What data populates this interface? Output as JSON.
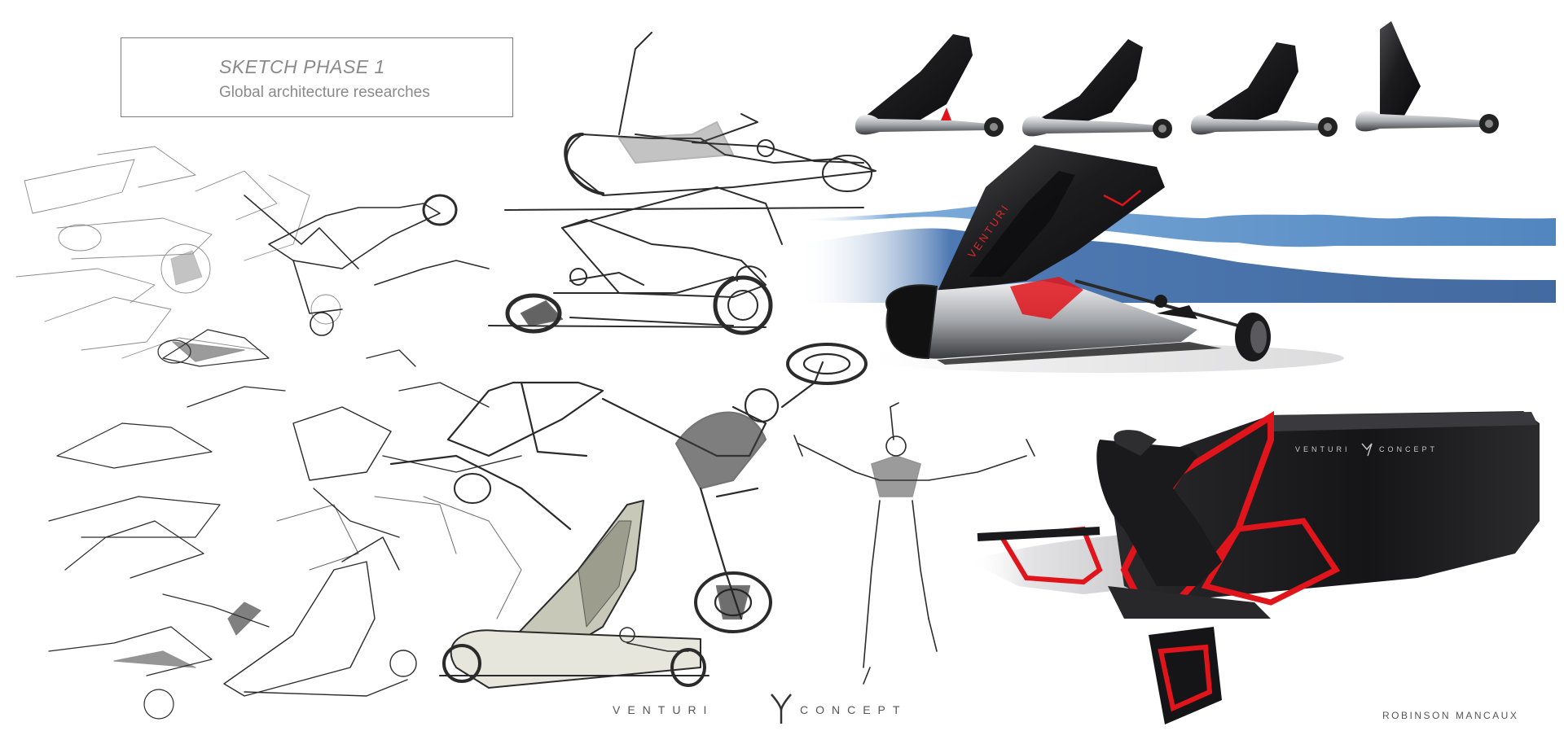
{
  "title": {
    "heading": "SKETCH PHASE 1",
    "subheading": "Global architecture researches"
  },
  "footer": {
    "brand_left": "VENTURI",
    "brand_right": "CONCEPT",
    "credit": "ROBINSON MANCAUX"
  },
  "render": {
    "side_badge": "VENTURI",
    "cockpit_badge": "VENTURI",
    "cockpit_badge_right": "CONCEPT"
  },
  "colors": {
    "accent_red": "#e0141b",
    "body_black": "#1d1d1f",
    "sky_blue": "#3a74b8",
    "pencil": "#2b2b2b"
  }
}
